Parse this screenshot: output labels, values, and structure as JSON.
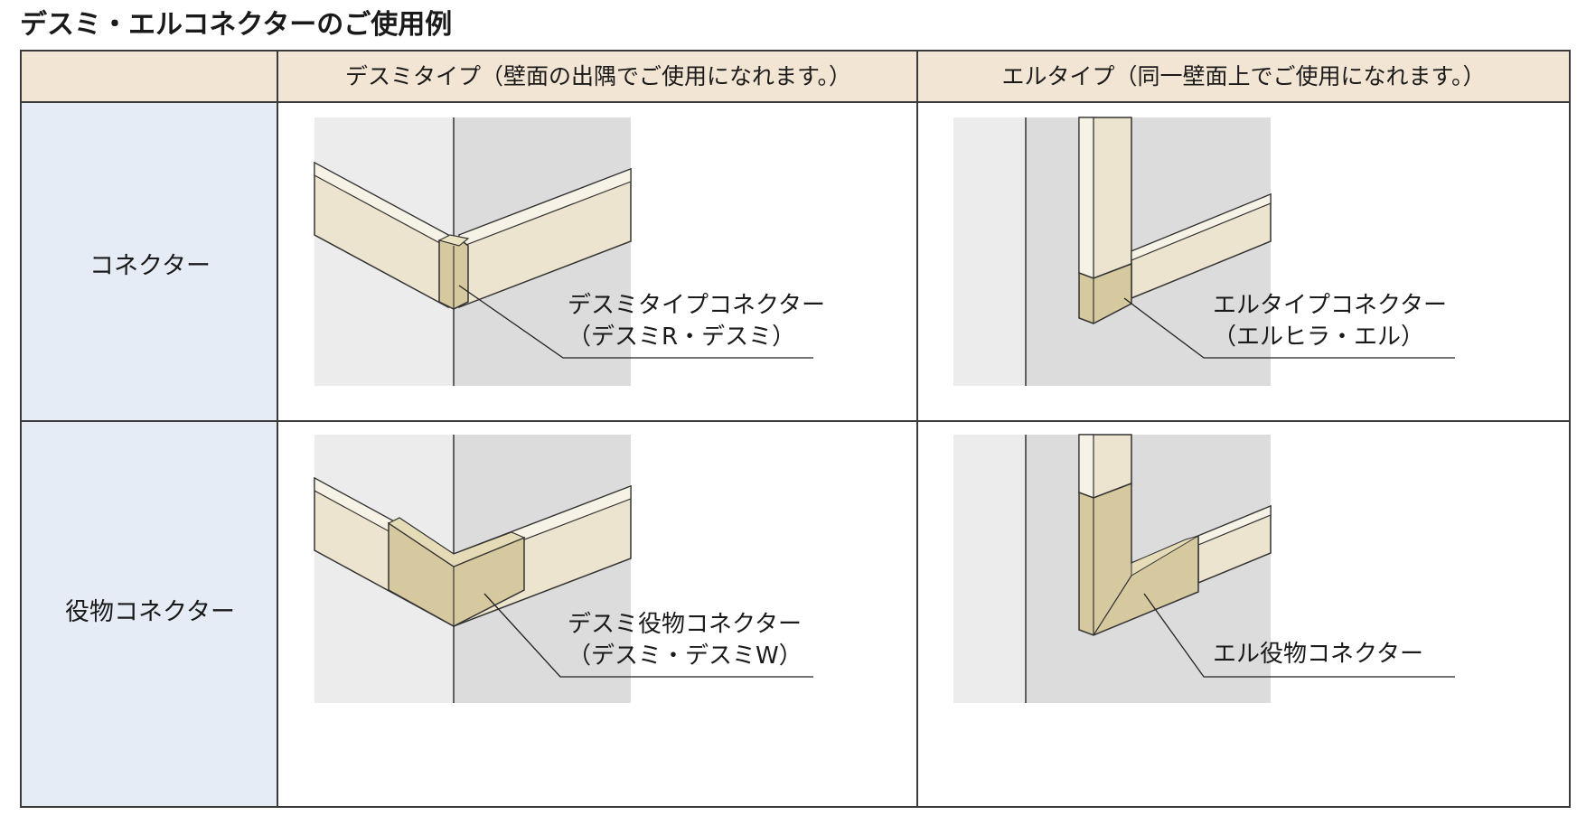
{
  "title": "デスミ・エルコネクターのご使用例",
  "columns": [
    {
      "label": "デスミタイプ（壁面の出隅でご使用になれます。）"
    },
    {
      "label": "エルタイプ（同一壁面上でご使用になれます。）"
    }
  ],
  "rows": [
    {
      "label": "コネクター",
      "cells": [
        {
          "callout_line1": "デスミタイプコネクター",
          "callout_line2": "（デスミR・デスミ）"
        },
        {
          "callout_line1": "エルタイプコネクター",
          "callout_line2": "（エルヒラ・エル）"
        }
      ]
    },
    {
      "label": "役物コネクター",
      "cells": [
        {
          "callout_line1": "デスミ役物コネクター",
          "callout_line2": "（デスミ・デスミW）"
        },
        {
          "callout_line1": "エル役物コネクター",
          "callout_line2": ""
        }
      ]
    }
  ],
  "colors": {
    "header_bg": "#f2e5d4",
    "row_label_bg": "#e6ecf6",
    "wall_light": "#ececec",
    "wall_dark": "#dcdcdc",
    "molding": "#ede4cf",
    "connector": "#d6c9a0",
    "border": "#3a3a3a"
  }
}
